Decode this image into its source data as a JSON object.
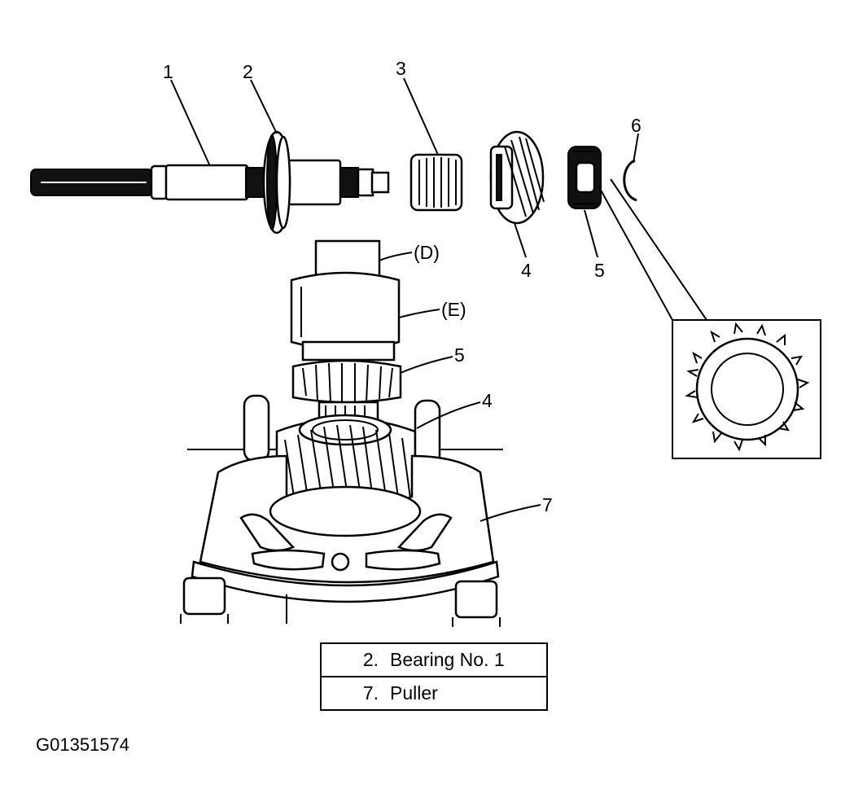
{
  "callouts": {
    "c1": "1",
    "c2": "2",
    "c3": "3",
    "c4_top": "4",
    "c5_top": "5",
    "c6": "6",
    "cD": "(D)",
    "cE": "(E)",
    "c5_mid": "5",
    "c4_mid": "4",
    "c7": "7"
  },
  "legend": [
    {
      "number": "2.",
      "text": "Bearing No. 1"
    },
    {
      "number": "7.",
      "text": "Puller"
    }
  ],
  "figure_id": "G01351574"
}
